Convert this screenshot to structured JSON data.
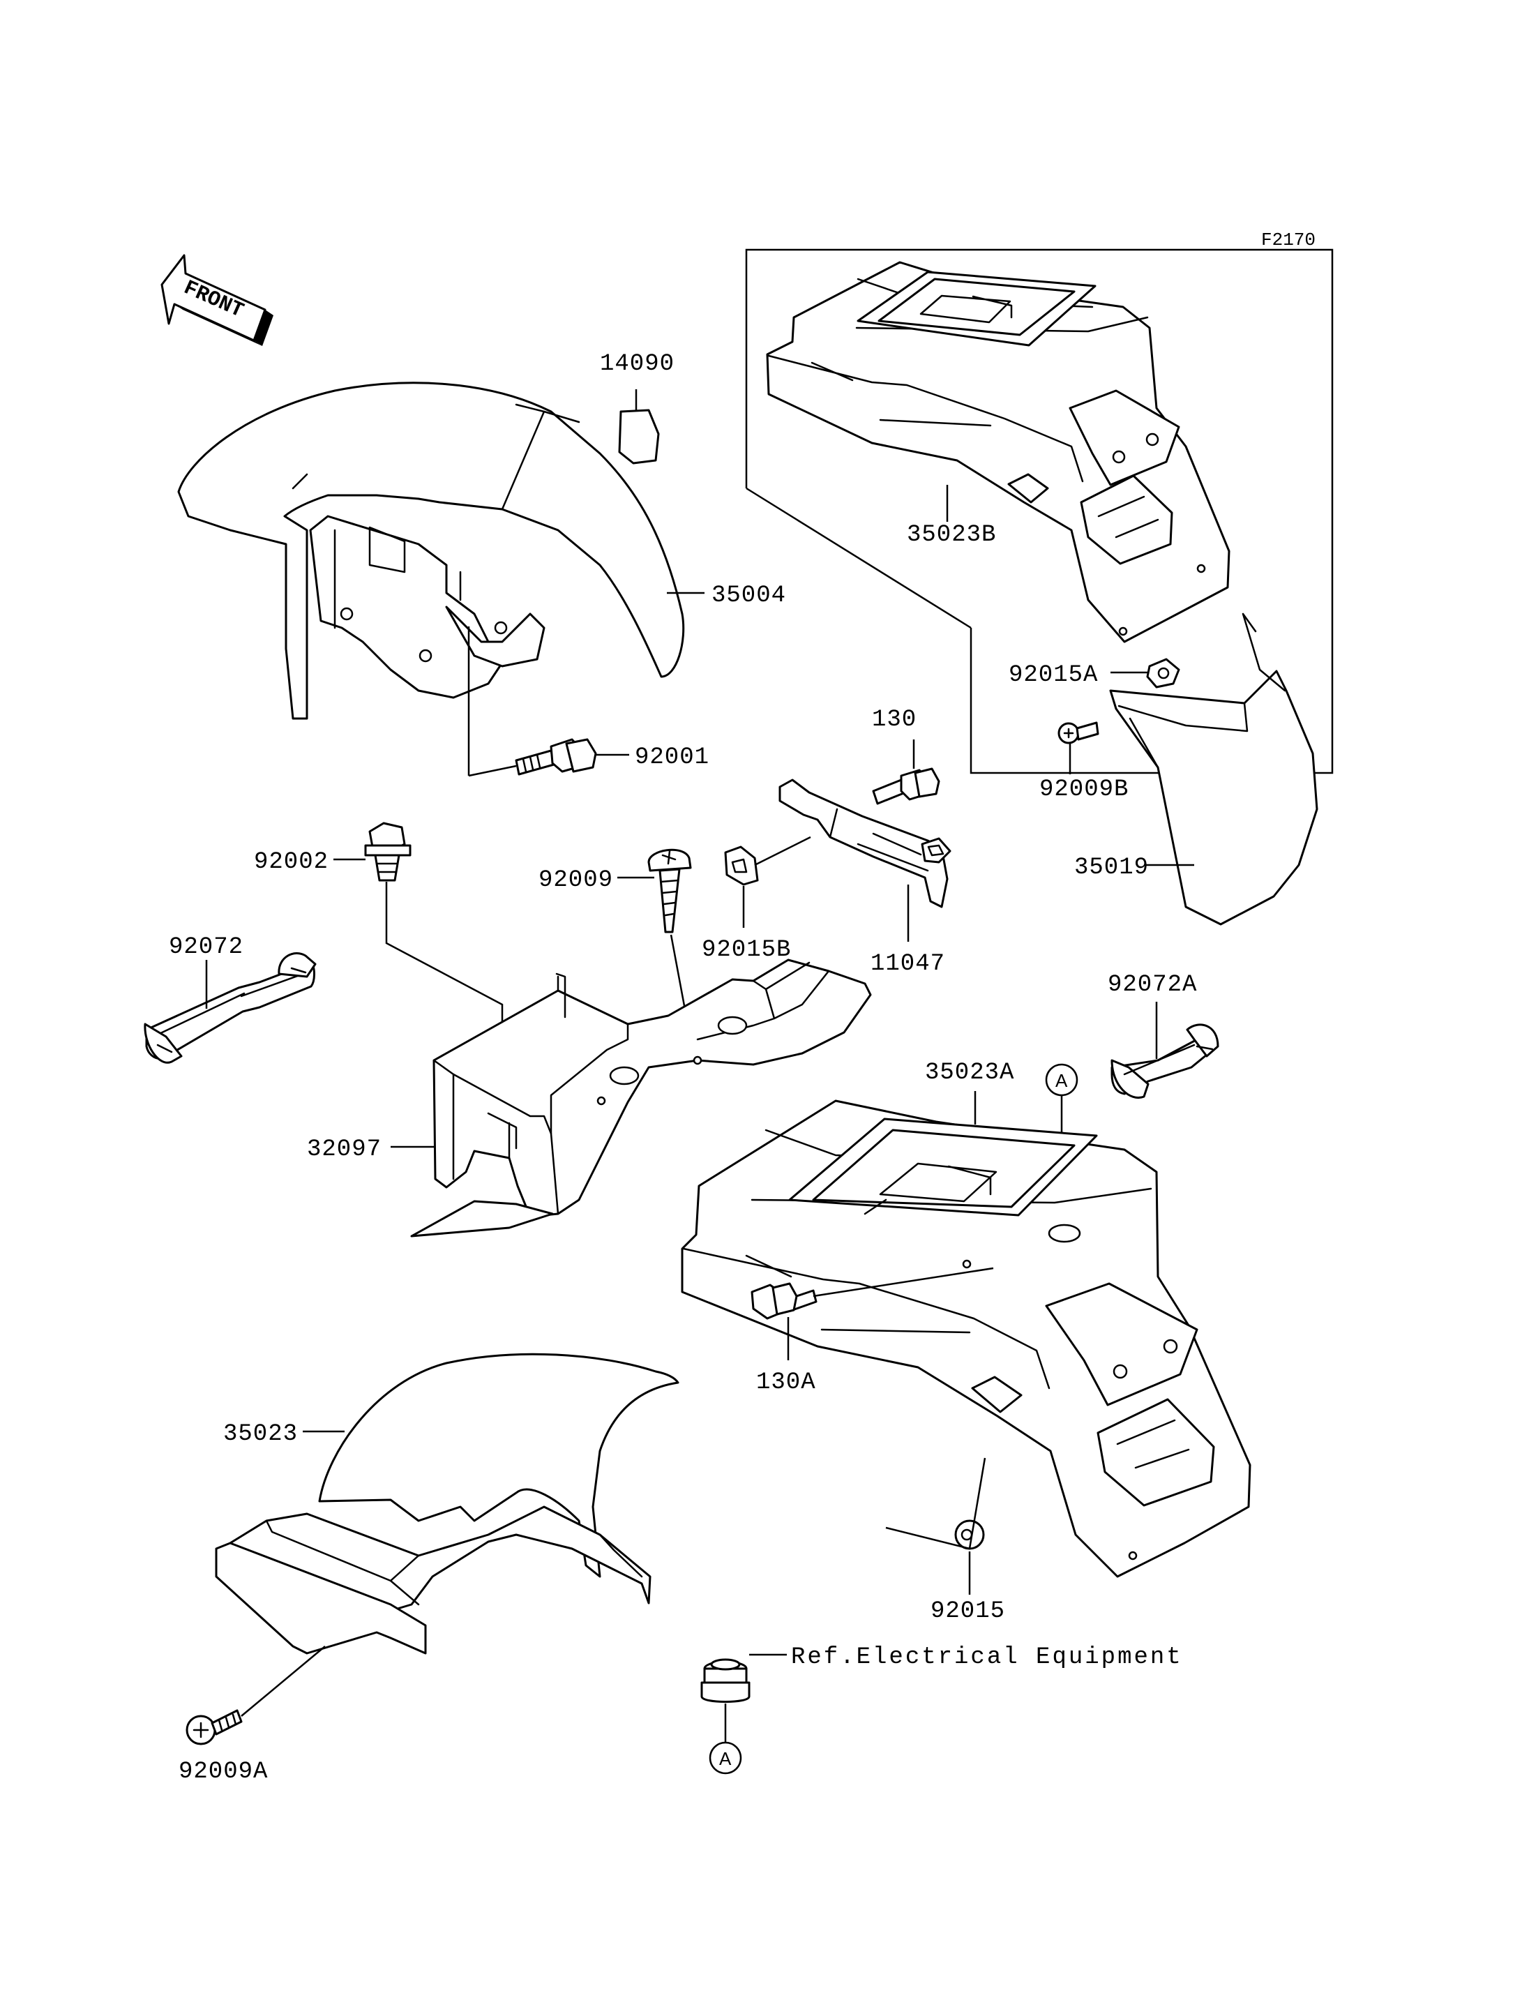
{
  "figure_code": "F2170",
  "front_label": "FRONT",
  "callout_letter": "A",
  "reference_note": "Ref.Electrical Equipment",
  "parts": {
    "p14090": "14090",
    "p35004": "35004",
    "p92001": "92001",
    "p35023B": "35023B",
    "p92015A": "92015A",
    "p92009B": "92009B",
    "p35019": "35019",
    "p130": "130",
    "p92002": "92002",
    "p92009": "92009",
    "p92015B": "92015B",
    "p11047": "11047",
    "p92072": "92072",
    "p92072A": "92072A",
    "p35023A": "35023A",
    "p32097": "32097",
    "p35023": "35023",
    "p130A": "130A",
    "p92015": "92015",
    "p92009A": "92009A"
  }
}
